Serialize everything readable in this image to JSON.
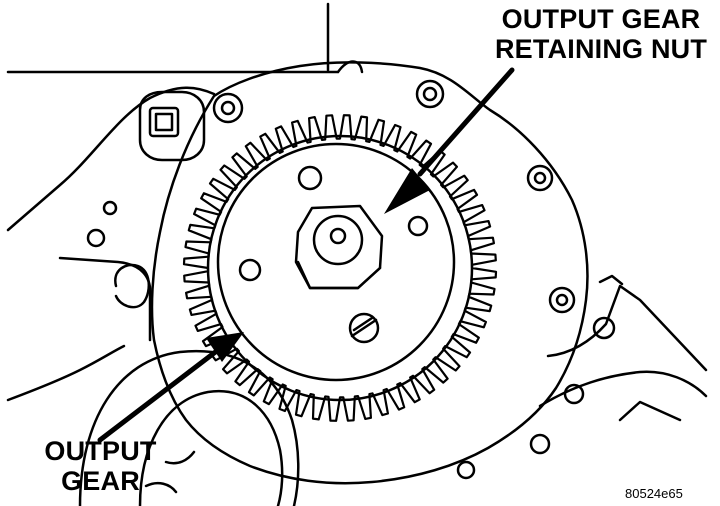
{
  "labels": {
    "retaining_nut": [
      "OUTPUT GEAR",
      "RETAINING NUT"
    ],
    "output_gear": [
      "OUTPUT",
      "GEAR"
    ]
  },
  "figure_code": "80524e65",
  "gear": {
    "tooth_count": 56
  },
  "colors": {
    "ink": "#000000",
    "paper": "#ffffff"
  }
}
